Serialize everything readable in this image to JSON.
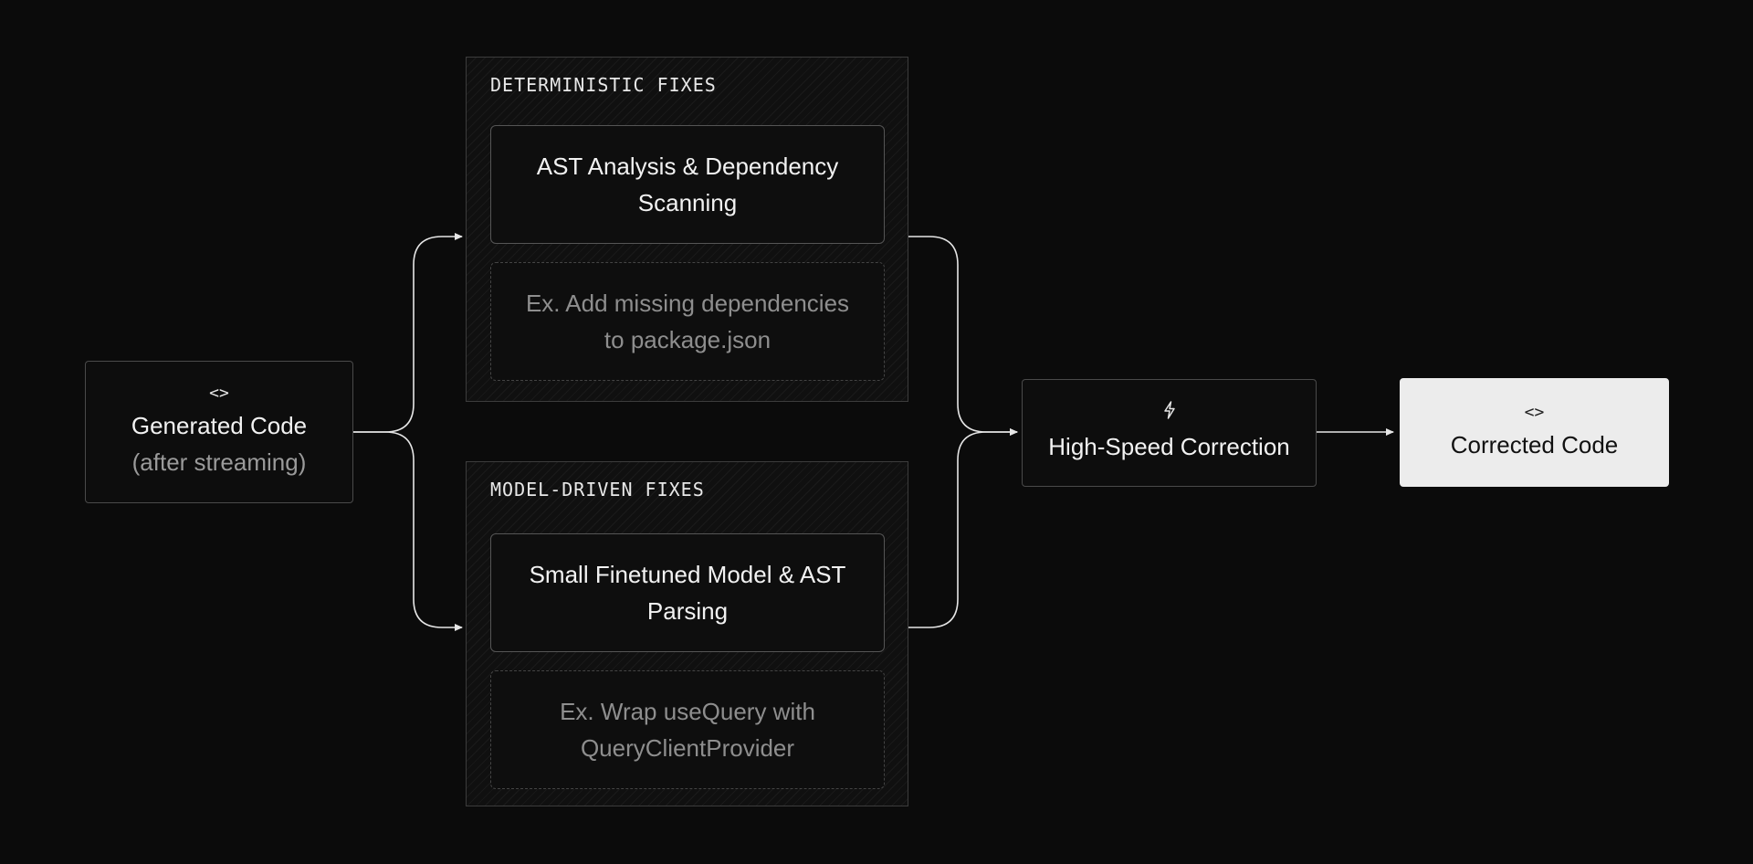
{
  "diagram": {
    "source": {
      "icon": "code-brackets-icon",
      "title": "Generated Code",
      "subtitle": "(after streaming)"
    },
    "groups": [
      {
        "title": "DETERMINISTIC FIXES",
        "method": "AST Analysis & Dependency Scanning",
        "example": "Ex. Add missing dependencies to package.json"
      },
      {
        "title": "MODEL-DRIVEN FIXES",
        "method": "Small Finetuned Model & AST Parsing",
        "example": "Ex. Wrap useQuery with QueryClientProvider"
      }
    ],
    "correction": {
      "icon": "lightning-bolt-icon",
      "label": "High-Speed Correction"
    },
    "output": {
      "icon": "code-brackets-icon",
      "label": "Corrected Code"
    },
    "colors": {
      "background": "#0b0b0b",
      "node_border": "#4a4a4a",
      "text": "#f2f2f2",
      "muted_text": "#9a9a9a",
      "output_fill": "#ececec",
      "connector": "#e6e6e6"
    }
  }
}
